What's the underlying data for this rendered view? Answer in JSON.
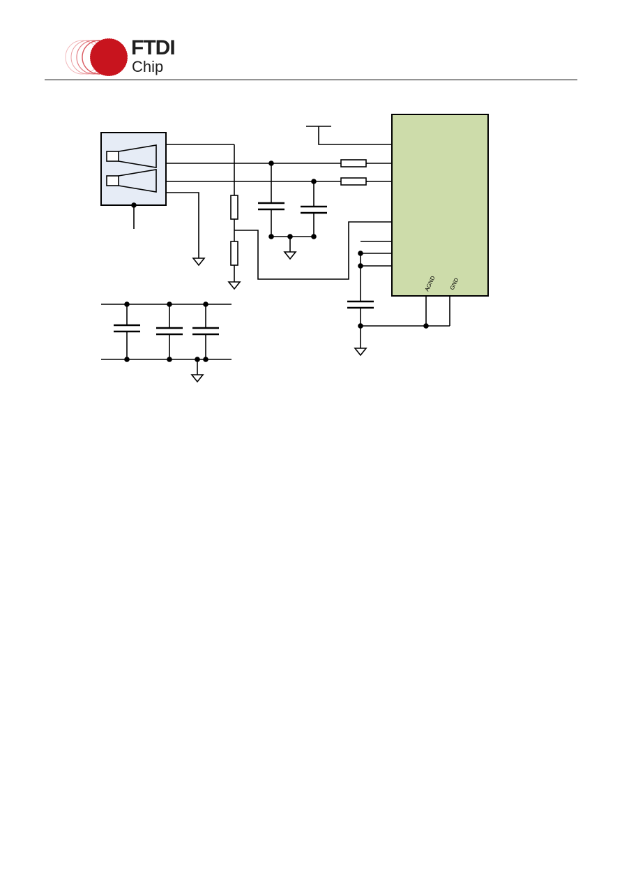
{
  "logo": {
    "brand_top": "FTDI",
    "brand_bottom": "Chip",
    "colors": {
      "red": "#c8141e",
      "text": "#1f1f1f"
    }
  },
  "schematic": {
    "ic": {
      "pin_agnd": "AGND",
      "pin_gnd": "GND",
      "fill": "#cddcaa"
    },
    "connector": {
      "fill": "#e6ecf6"
    }
  }
}
